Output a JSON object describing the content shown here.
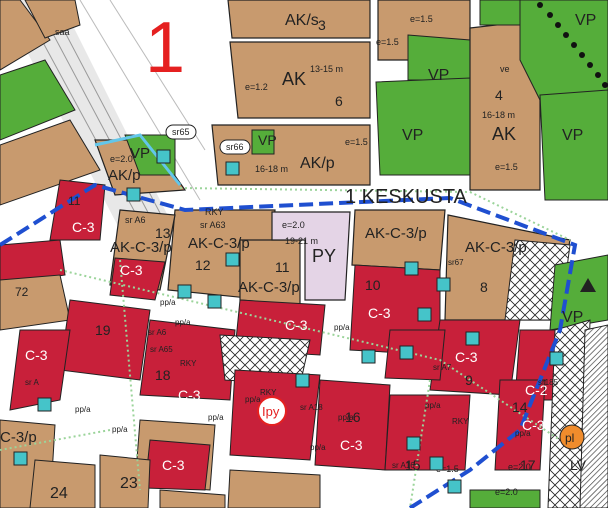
{
  "map": {
    "district_number": "1",
    "district_name": "1 KESKUSTA",
    "colors": {
      "residential": "#c89a6e",
      "commercial": "#c8203a",
      "park": "#55ad3a",
      "public": "#e4d4e6",
      "road": "#ffffff",
      "outline": "#222222",
      "boundary": "#1f4fd0",
      "boundary_light": "#62c6ea",
      "marker": "#45c4c9",
      "accent_red": "#e52020",
      "service_orange": "#f08c2c"
    },
    "zones": {
      "ak_s": "AK/s",
      "block3": "3",
      "e15_top": "e=1.5",
      "ak": "AK",
      "ak_height": "13-15 m",
      "e12": "e=1.2",
      "block6": "6",
      "vp_top": "VP",
      "vp_mid": "VP",
      "vp_right": "VP",
      "block4": "4",
      "height_16_18": "16-18 m",
      "ak_right": "AK",
      "e15_right": "e=1.5",
      "ve": "ve",
      "sr65": "sr65",
      "sr66": "sr66",
      "vp_small": "VP",
      "e15_akp": "e=1.5",
      "akp_height": "16-18 m",
      "akp": "AK/p",
      "e20_left": "e=2.0",
      "vp_left": "VP",
      "akp_left": "AK/p",
      "block11": "11",
      "ac3_left": "C-3",
      "sr_a6x": "sr A6",
      "rky_a": "RKY",
      "sr_a63": "sr A63",
      "block13": "13",
      "akc3p_a": "AK-C-3/p",
      "akc3p_b": "AK-C-3/p",
      "block12": "12",
      "c3_12": "C-3",
      "block11b": "11",
      "akc3p_c": "AK-C-3/p",
      "e20_py": "e=2.0",
      "py_height": "19-21 m",
      "py": "PY",
      "akc3p_d": "AK-C-3/p",
      "akc3p_e": "AK-C-3/p",
      "sr67": "sr67",
      "block8": "8",
      "block10": "10",
      "c3_10": "C-3",
      "block72": "72",
      "block19": "19",
      "c3_19": "C-3",
      "sr_a6y": "sr A6",
      "sr_a65": "sr A65",
      "rky_b": "RKY",
      "block18": "18",
      "c3_18": "C-3",
      "c3_mid": "C-3",
      "c3_mid2": "C-3",
      "block9": "9",
      "pp_a_1": "pp/a",
      "pp_a_2": "pp/a",
      "pp_a_3": "pp/a",
      "pp_a_4": "pp/a",
      "pp_a_5": "pp/a",
      "pp_a_6": "pp/a",
      "ppa_7": "pp/a",
      "ppa_8": "pp/a",
      "ppa_9": "pp/a",
      "ppa_10": "pp/a",
      "ppa_11": "pp/a",
      "c3p_left": "C-3/p",
      "block24": "24",
      "block23": "23",
      "c3_23": "C-3",
      "c3_16": "C-3",
      "block16": "16",
      "block15": "15",
      "block14": "14",
      "c3_14": "C-3",
      "e15_bottom": "e=1.5",
      "e20_bottom": "e=2.0",
      "rky_c": "RKY",
      "sr_a16": "sr A16",
      "sr_185": "sr185",
      "ipy": "Ipy",
      "pl": "pl",
      "lv": "LV",
      "vp_bottomright": "VP",
      "e20_bottomright": "e=2.0",
      "sr_a18": "sr A18",
      "sr_a7": "sr A7",
      "rky_d": "RKY",
      "sr_a": "sr A",
      "saa": "saa",
      "block17": "17",
      "c3_bottomright": "C-2"
    }
  }
}
